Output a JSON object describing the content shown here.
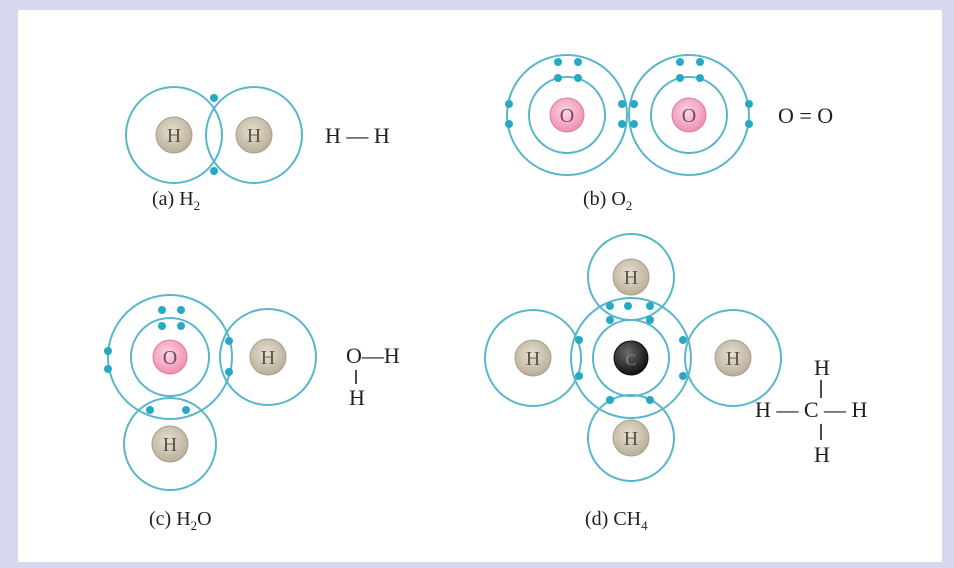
{
  "panels": {
    "a": {
      "caption_prefix": "(a) H",
      "caption_sub": "2",
      "formula": "H — H",
      "atoms": [
        "H",
        "H"
      ]
    },
    "b": {
      "caption_prefix": "(b) O",
      "caption_sub": "2",
      "formula": "O = O",
      "atoms": [
        "O",
        "O"
      ]
    },
    "c": {
      "caption_prefix": "(c) H",
      "caption_sub": "2",
      "caption_suffix": "O",
      "formula_top": "O—H",
      "formula_bottom": "H",
      "atoms": [
        "O",
        "H",
        "H"
      ]
    },
    "d": {
      "caption_prefix": "(d) CH",
      "caption_sub": "4",
      "formula_top": "H",
      "formula_mid": "H — C — H",
      "formula_bottom": "H",
      "atoms": [
        "H",
        "H",
        "C",
        "H",
        "H"
      ]
    }
  },
  "colors": {
    "background": "#d6d6ee",
    "shell": "#58b6cc",
    "electron": "#27a9c6",
    "hydrogen_fill": "#cfc7b3",
    "oxygen_fill": "#f4b0cb",
    "carbon_fill": "#2f2f2f"
  }
}
